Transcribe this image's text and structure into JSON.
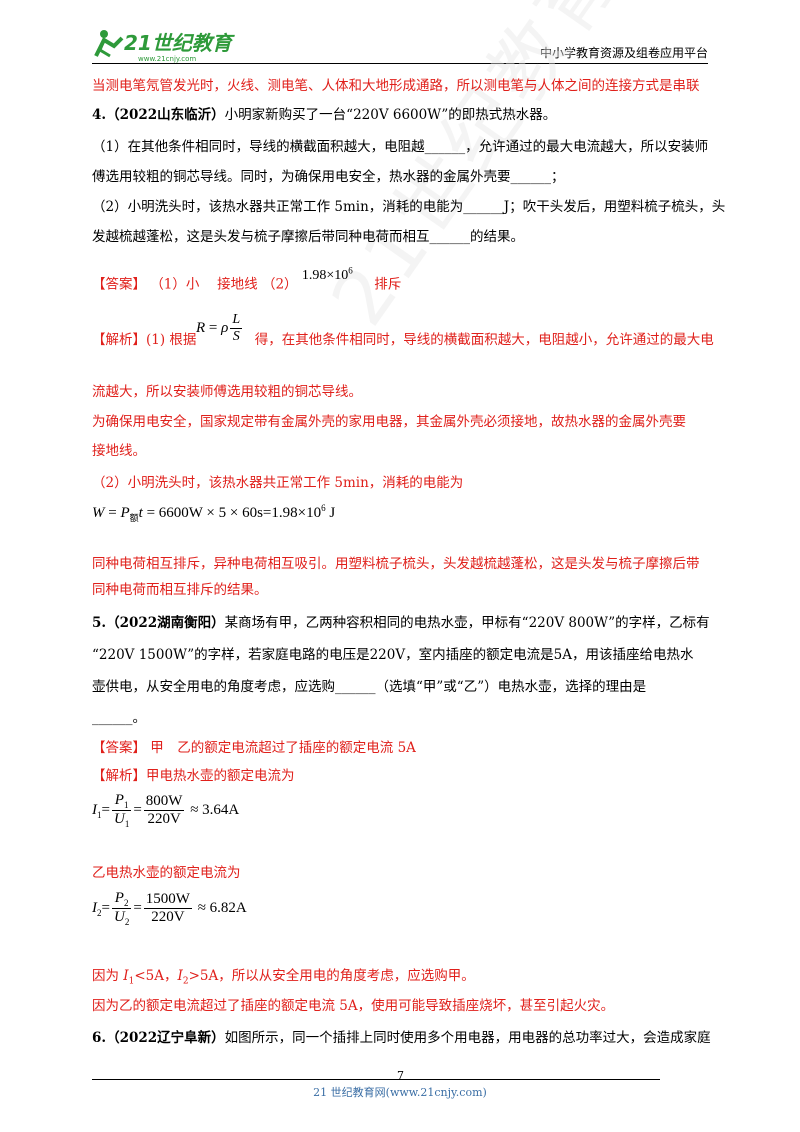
{
  "header": {
    "logo_text": "21世纪教育",
    "logo_sub": "www.21cnjy.com",
    "right_text": "中小学教育资源及组卷应用平台"
  },
  "watermark": "21世纪教育网精选资料",
  "lines": {
    "l1": "当测电笔氖管发光时，火线、测电笔、人体和大地形成通路，所以测电笔与人体之间的连接方式是串联",
    "q4_tag": "4.（2022山东临沂）",
    "q4_text": "小明家新购买了一台“220V 6600W”的即热式热水器。",
    "q4_p1a": "（1）在其他条件相同时，导线的横截面积越大，电阻越______，允许通过的最大电流越大，所以安装师",
    "q4_p1b": "傅选用较粗的铜芯导线。同时，为确保用电安全，热水器的金属外壳要______；",
    "q4_p2a": "（2）小明洗头时，该热水器共正常工作 5min，消耗的电能为______J；吹干头发后，用塑料梳子梳头，头",
    "q4_p2b": "发越梳越蓬松，这是头发与梳子摩擦后带同种电荷而相互______的结果。",
    "ans4_label": "【答案】",
    "ans4_a": "（1）小　 接地线 （2）",
    "ans4_b": "排斥",
    "ans4_val": "1.98×10",
    "ans4_exp": "6",
    "ana4_label": "【解析】",
    "ana4_pre": "(1) 根据",
    "ana4_post": "得，在其他条件相同时，导线的横截面积越大，电阻越小，允许通过的最大电",
    "ana4_l2": "流越大，所以安装师傅选用较粗的铜芯导线。",
    "ana4_l3": "为确保用电安全，国家规定带有金属外壳的家用电器，其金属外壳必须接地，故热水器的金属外壳要",
    "ana4_l4": "接地线。",
    "ana4_l5": "（2）小明洗头时，该热水器共正常工作 5min，消耗的电能为",
    "ana4_formula": "= 6600W × 5 × 60s=1.98×10",
    "ana4_formula_exp": "6",
    "ana4_formula_unit": " J",
    "ana4_l6": "同种电荷相互排斥，异种电荷相互吸引。用塑料梳子梳头，头发越梳越蓬松，这是头发与梳子摩擦后带",
    "ana4_l7": "同种电荷而相互排斥的结果。",
    "q5_tag": "5.（2022湖南衡阳）",
    "q5_l1": "某商场有甲，乙两种容积相同的电热水壶，甲标有“220V 800W”的字样，乙标有",
    "q5_l2": "“220V 1500W”的字样，若家庭电路的电压是220V，室内插座的额定电流是5A，用该插座给电热水",
    "q5_l3": "壶供电，从安全用电的角度考虑，应选购______（选填“甲”或“乙”）电热水壶，选择的理由是",
    "q5_l4": "______。",
    "ans5_label": "【答案】",
    "ans5": "甲　乙的额定电流超过了插座的额定电流 5A",
    "ana5_label": "【解析】",
    "ana5_l1": "甲电热水壶的额定电流为",
    "f1_num1": "P",
    "f1_num2": "800W",
    "f1_den2": "220V",
    "f1_res": "≈ 3.64A",
    "ana5_l2": "乙电热水壶的额定电流为",
    "f2_num2": "1500W",
    "f2_den2": "220V",
    "f2_res": "≈ 6.82A",
    "ana5_l3a": "因为 ",
    "ana5_l3b": "<5A，",
    "ana5_l3c": ">5A，所以从安全用电的角度考虑，应选购甲。",
    "ana5_l4": "因为乙的额定电流超过了插座的额定电流 5A，使用可能导致插座烧坏，甚至引起火灾。",
    "q6_tag": "6.（2022辽宁阜新）",
    "q6_l1": "如图所示，同一个插排上同时使用多个用电器，用电器的总功率过大，会造成家庭"
  },
  "footer": {
    "page": "7",
    "text": "21 世纪教育网(www.21cnjy.com)"
  },
  "colors": {
    "red": "#e0201b",
    "logo_green": "#2e9a3a",
    "footer_blue": "#3a6ea5"
  }
}
